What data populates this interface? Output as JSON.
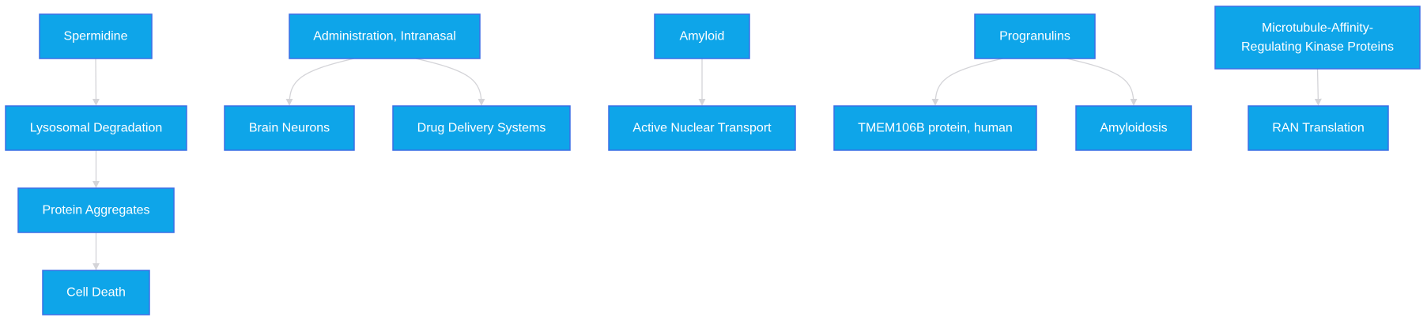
{
  "diagram": {
    "type": "flowchart",
    "nodes": [
      {
        "id": "spermidine",
        "label": "Spermidine"
      },
      {
        "id": "lysosomal_degradation",
        "label": "Lysosomal Degradation"
      },
      {
        "id": "protein_aggregates",
        "label": "Protein Aggregates"
      },
      {
        "id": "cell_death",
        "label": "Cell Death"
      },
      {
        "id": "administration_intranasal",
        "label": "Administration, Intranasal"
      },
      {
        "id": "brain_neurons",
        "label": "Brain Neurons"
      },
      {
        "id": "drug_delivery_systems",
        "label": "Drug Delivery Systems"
      },
      {
        "id": "amyloid",
        "label": "Amyloid"
      },
      {
        "id": "active_nuclear_transport",
        "label": "Active Nuclear Transport"
      },
      {
        "id": "progranulins",
        "label": "Progranulins"
      },
      {
        "id": "tmem106b",
        "label": "TMEM106B protein, human"
      },
      {
        "id": "amyloidosis",
        "label": "Amyloidosis"
      },
      {
        "id": "mark_proteins",
        "label": "Microtubule-Affinity-Regulating Kinase Proteins",
        "lines": [
          "Microtubule-Affinity-",
          "Regulating Kinase Proteins"
        ]
      },
      {
        "id": "ran_translation",
        "label": "RAN Translation"
      }
    ],
    "edges": [
      {
        "from": "spermidine",
        "to": "lysosomal_degradation"
      },
      {
        "from": "lysosomal_degradation",
        "to": "protein_aggregates"
      },
      {
        "from": "protein_aggregates",
        "to": "cell_death"
      },
      {
        "from": "administration_intranasal",
        "to": "brain_neurons"
      },
      {
        "from": "administration_intranasal",
        "to": "drug_delivery_systems"
      },
      {
        "from": "amyloid",
        "to": "active_nuclear_transport"
      },
      {
        "from": "progranulins",
        "to": "tmem106b"
      },
      {
        "from": "progranulins",
        "to": "amyloidosis"
      },
      {
        "from": "mark_proteins",
        "to": "ran_translation"
      }
    ],
    "colors": {
      "node_fill": "#0ea5e9",
      "node_border": "#3b6fe6",
      "node_text": "#ffffff",
      "edge": "#d4d4d8",
      "background": "#ffffff"
    }
  }
}
